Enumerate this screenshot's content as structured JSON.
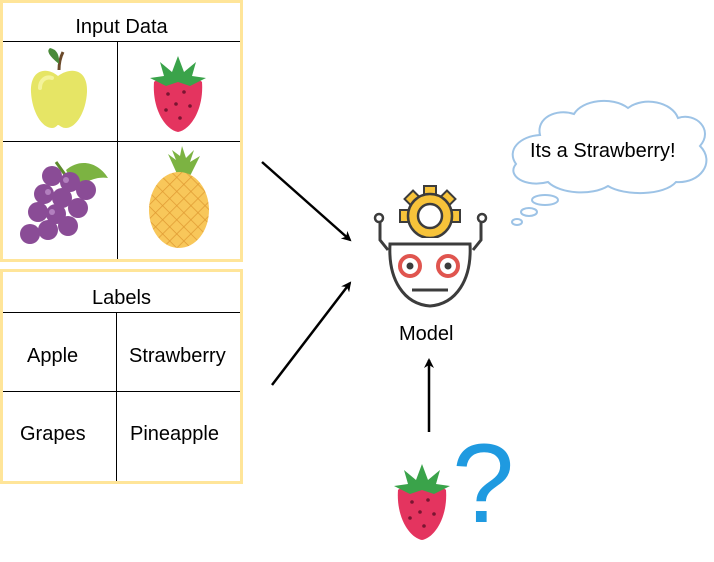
{
  "input_panel": {
    "title": "Input Data",
    "images": [
      {
        "name": "apple",
        "icon": "apple-icon"
      },
      {
        "name": "strawberry",
        "icon": "strawberry-icon"
      },
      {
        "name": "grapes",
        "icon": "grapes-icon"
      },
      {
        "name": "pineapple",
        "icon": "pineapple-icon"
      }
    ]
  },
  "labels_panel": {
    "title": "Labels",
    "labels": [
      "Apple",
      "Strawberry",
      "Grapes",
      "Pineapple"
    ]
  },
  "model": {
    "label": "Model",
    "icon": "robot-gear-icon"
  },
  "thought": {
    "text": "Its a Strawberry!"
  },
  "query": {
    "icon": "strawberry-icon",
    "mark": "?"
  },
  "colors": {
    "panel_border": "#ffe599",
    "cloud_stroke": "#9dc3e6",
    "question_mark": "#1f9ae0",
    "robot_gear": "#f7c33a",
    "robot_eyes": "#e0554f",
    "robot_outline": "#3c3c3c"
  }
}
